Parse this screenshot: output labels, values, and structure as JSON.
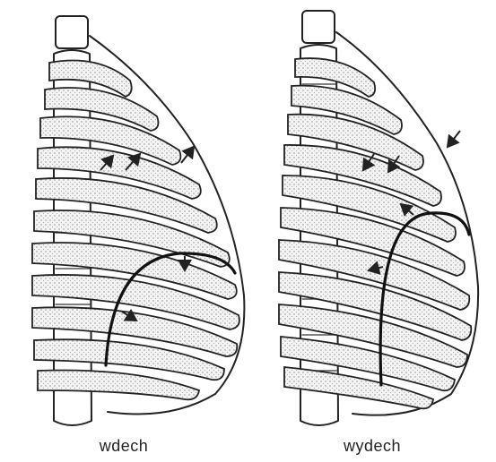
{
  "figure": {
    "panels": [
      {
        "id": "inhale",
        "caption": "wdech"
      },
      {
        "id": "exhale",
        "caption": "wydech"
      }
    ]
  }
}
